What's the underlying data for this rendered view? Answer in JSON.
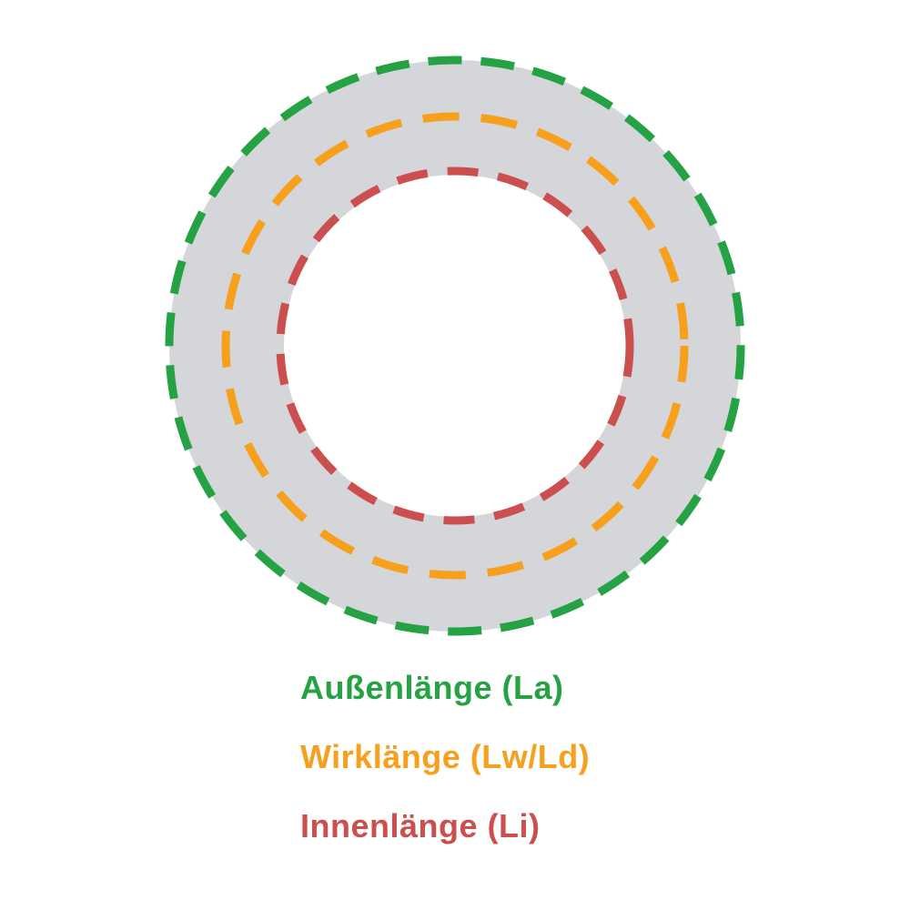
{
  "diagram": {
    "name": "v-belt-length-diagram",
    "background_color": "#ffffff",
    "ring_color": "#d5d6da",
    "circles": [
      {
        "id": "outer-length",
        "label": "Außenlänge (La)",
        "color": "#25a244"
      },
      {
        "id": "effective-length",
        "label": "Wirklänge (Lw/Ld)",
        "color": "#f6a01e"
      },
      {
        "id": "inner-length",
        "label": "Innenlänge (Li)",
        "color": "#cb4f4f"
      }
    ]
  }
}
